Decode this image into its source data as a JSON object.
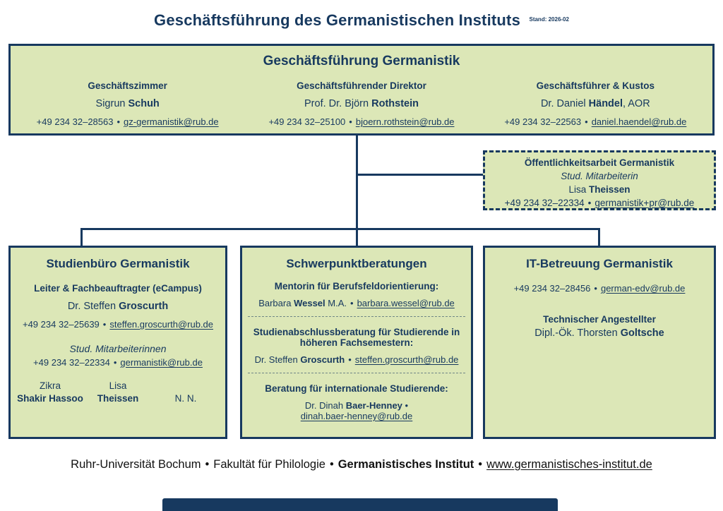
{
  "sep": "•",
  "colors": {
    "navy": "#17395F",
    "box_green": "#DCE7B7",
    "footer_text": "#111111",
    "background": "#FFFFFF"
  },
  "header": {
    "title": "Geschäftsführung des Germanistischen Instituts",
    "stand": "Stand: 2026-02"
  },
  "top_box": {
    "title": "Geschäftsführung Germanistik",
    "columns": [
      {
        "role": "Geschäftszimmer",
        "name_pre": "Sigrun ",
        "name_bold": "Schuh",
        "name_post": "",
        "phone": "+49 234 32–28563",
        "email": "gz-germanistik@rub.de"
      },
      {
        "role": "Geschäftsführender Direktor",
        "name_pre": "Prof. Dr. Björn ",
        "name_bold": "Rothstein",
        "name_post": "",
        "phone": "+49 234 32–25100",
        "email": "bjoern.rothstein@rub.de"
      },
      {
        "role": "Geschäftsführer & Kustos",
        "name_pre": "Dr. Daniel ",
        "name_bold": "Händel",
        "name_post": ", AOR",
        "phone": "+49 234 32–22563",
        "email": "daniel.haendel@rub.de"
      }
    ]
  },
  "pr_box": {
    "title": "Öffentlichkeitsarbeit Germanistik",
    "subtitle": "Stud. Mitarbeiterin",
    "name_pre": "Lisa ",
    "name_bold": "Theissen",
    "phone": "+49 234 32–22334",
    "email": "germanistik+pr@rub.de"
  },
  "studienbuero": {
    "title": "Studienbüro Germanistik",
    "role": "Leiter & Fachbeauftragter (eCampus)",
    "leader_pre": "Dr. Steffen ",
    "leader_bold": "Groscurth",
    "phone": "+49 234 32–25639",
    "email": "steffen.groscurth@rub.de",
    "assistants_label": "Stud. Mitarbeiterinnen",
    "assistants_phone": "+49 234 32–22334",
    "assistants_email": "germanistik@rub.de",
    "assistant1_first": "Zikra",
    "assistant1_last": "Shakir Hassoo",
    "assistant2_first": "Lisa",
    "assistant2_last": "Theissen",
    "assistant3": "N. N."
  },
  "schwerpunkt": {
    "title": "Schwerpunktberatungen",
    "sections": [
      {
        "heading": "Mentorin für Berufsfeldorientierung:",
        "pre": "Barbara ",
        "bold": "Wessel",
        "post": " M.A.",
        "email": "barbara.wessel@rub.de"
      },
      {
        "heading": "Studienabschlussberatung für Studierende in höheren Fachsemestern:",
        "pre": "Dr. Steffen ",
        "bold": "Groscurth",
        "post": "",
        "email": "steffen.groscurth@rub.de"
      },
      {
        "heading": "Beratung für internationale Studierende:",
        "pre": "Dr. Dinah ",
        "bold": "Baer-Henney",
        "post": "",
        "email": "dinah.baer-henney@rub.de"
      }
    ]
  },
  "it_box": {
    "title": "IT-Betreuung Germanistik",
    "phone": "+49 234 32–28456",
    "email": "german-edv@rub.de",
    "role": "Technischer Angestellter",
    "name_pre": "Dipl.-Ök. Thorsten ",
    "name_bold": "Goltsche"
  },
  "footer": {
    "org": "Ruhr-Universität Bochum",
    "faculty": "Fakultät für Philologie",
    "institute": "Germanistisches Institut",
    "url": "www.germanistisches-institut.de"
  }
}
